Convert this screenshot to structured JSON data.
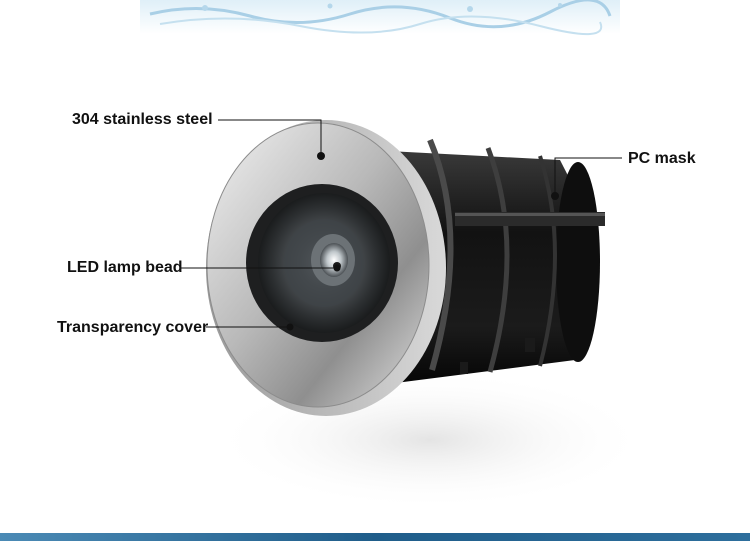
{
  "callouts": {
    "stainless_steel": "304 stainless steel",
    "led_lamp_bead": "LED lamp bead",
    "transparency_cover": "Transparency cover",
    "pc_mask": "PC mask"
  },
  "colors": {
    "leader_line": "#111111",
    "bottom_bar": "#2a6a98",
    "water_splash": "#a9cfe6"
  }
}
